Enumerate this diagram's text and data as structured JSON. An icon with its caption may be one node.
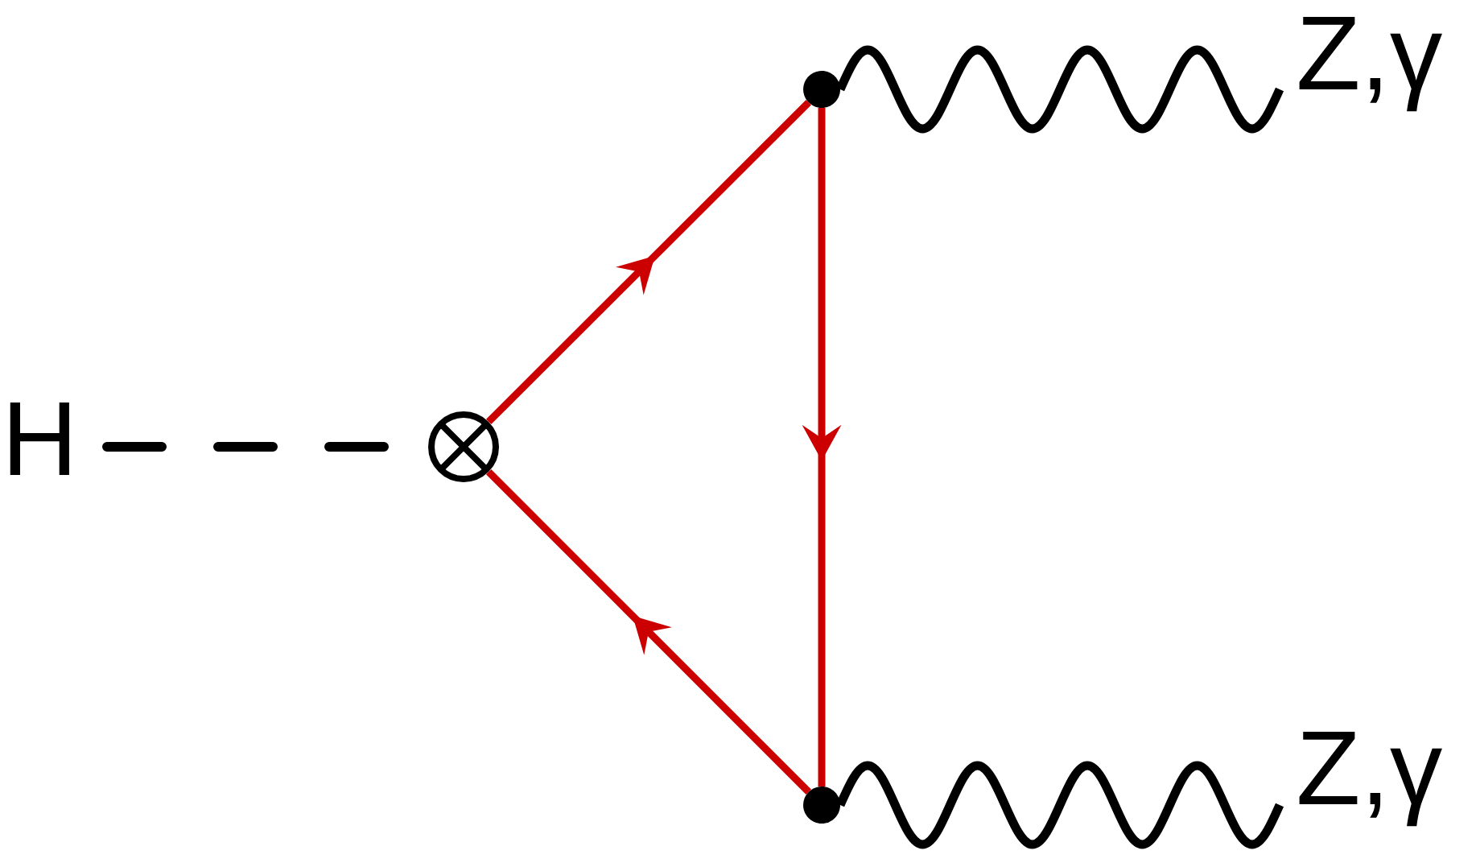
{
  "diagram": {
    "nodes": [
      {
        "text": [
          "H"
        ]
      },
      {
        "text": [],
        "shape": "circle"
      },
      {
        "text": [],
        "shape": "circle"
      },
      {
        "text": [],
        "shape": "circle"
      },
      {
        "text": [
          "Z,γ"
        ]
      },
      {
        "text": [
          "Z,γ"
        ]
      }
    ],
    "edges": [
      {
        "from": 0,
        "to": 1,
        "arrow": "none",
        "style": "dashed"
      },
      {
        "from": 1,
        "to": 2,
        "arrow": "to",
        "color": "#cc0000"
      },
      {
        "from": 2,
        "to": 3,
        "arrow": "to",
        "color": "#cc0000"
      },
      {
        "from": 3,
        "to": 1,
        "arrow": "to",
        "color": "#cc0000"
      },
      {
        "from": 2,
        "to": 4,
        "arrow": "none"
      },
      {
        "from": 3,
        "to": 5,
        "arrow": "none"
      }
    ]
  }
}
